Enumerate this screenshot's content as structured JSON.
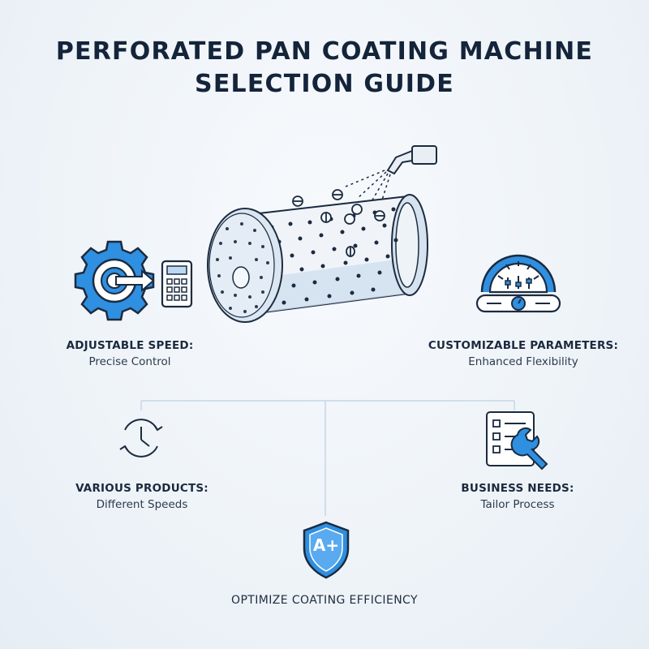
{
  "title": {
    "line1": "PERFORATED PAN COATING MACHINE",
    "line2": "SELECTION GUIDE"
  },
  "features": {
    "speed": {
      "heading": "ADJUSTABLE SPEED:",
      "detail": "Precise Control",
      "icon": "gear-keypad-icon"
    },
    "parameters": {
      "heading": "CUSTOMIZABLE PARAMETERS:",
      "detail": "Enhanced Flexibility",
      "icon": "gauge-control-panel-icon"
    },
    "products": {
      "heading": "VARIOUS PRODUCTS:",
      "detail": "Different Speeds",
      "icon": "clock-cycle-icon"
    },
    "business": {
      "heading": "BUSINESS NEEDS:",
      "detail": "Tailor Process",
      "icon": "checklist-wrench-icon"
    }
  },
  "footer": {
    "text": "OPTIMIZE COATING EFFICIENCY",
    "badge": "A+",
    "icon": "shield-badge-icon"
  },
  "colors": {
    "accent": "#2f8fe0",
    "dark": "#1b2b40",
    "line": "#c5d6e6"
  }
}
